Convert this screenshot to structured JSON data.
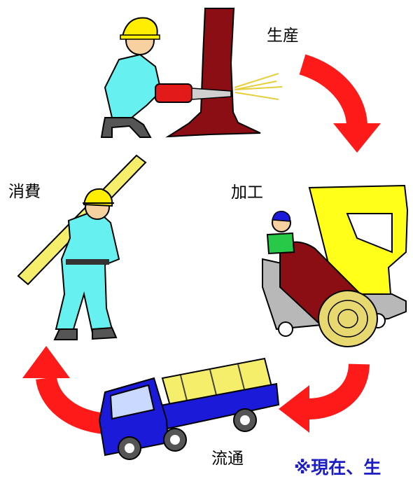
{
  "labels": {
    "produce": "生産",
    "process": "加工",
    "consume": "消費",
    "distribute": "流通"
  },
  "note": "※現在、生",
  "colors": {
    "arrow": "#ff1a1a",
    "trunk": "#8b0e14",
    "helmet": "#ffee00",
    "workwear": "#66f0f0",
    "truck": "#1a1ad8",
    "lumber": "#f5ee6a",
    "saw": "#ffff1a",
    "note": "#1d1dc6"
  },
  "icons": [
    "tree-trunk",
    "chainsaw-worker",
    "band-saw-machine",
    "log",
    "lumber-carrier",
    "delivery-truck",
    "cycle-arrow"
  ]
}
